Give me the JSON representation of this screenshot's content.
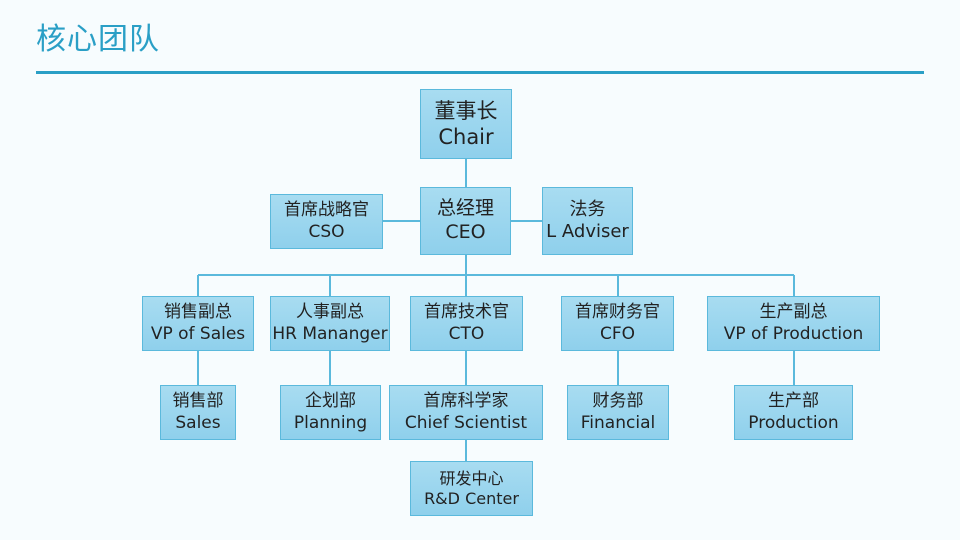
{
  "title": "核心团队",
  "colors": {
    "accent": "#2a9fc6",
    "box_fill": "#9dd6ef",
    "box_border": "#5bb9dc",
    "connector": "#5bb9dc"
  },
  "org": {
    "chair": {
      "cn": "董事长",
      "en": "Chair"
    },
    "ceo": {
      "cn": "总经理",
      "en": "CEO"
    },
    "cso": {
      "cn": "首席战略官",
      "en": "CSO"
    },
    "legal": {
      "cn": "法务",
      "en": "L Adviser"
    },
    "vp_sales": {
      "cn": "销售副总",
      "en": "VP of Sales"
    },
    "hr": {
      "cn": "人事副总",
      "en": "HR Mananger"
    },
    "cto": {
      "cn": "首席技术官",
      "en": "CTO"
    },
    "cfo": {
      "cn": "首席财务官",
      "en": "CFO"
    },
    "vp_prod": {
      "cn": "生产副总",
      "en": "VP of Production"
    },
    "sales_dept": {
      "cn": "销售部",
      "en": "Sales"
    },
    "planning": {
      "cn": "企划部",
      "en": "Planning"
    },
    "chief_sci": {
      "cn": "首席科学家",
      "en": "Chief Scientist"
    },
    "financial": {
      "cn": "财务部",
      "en": "Financial"
    },
    "production": {
      "cn": "生产部",
      "en": "Production"
    },
    "rnd": {
      "cn": "研发中心",
      "en": "R&D Center"
    }
  }
}
